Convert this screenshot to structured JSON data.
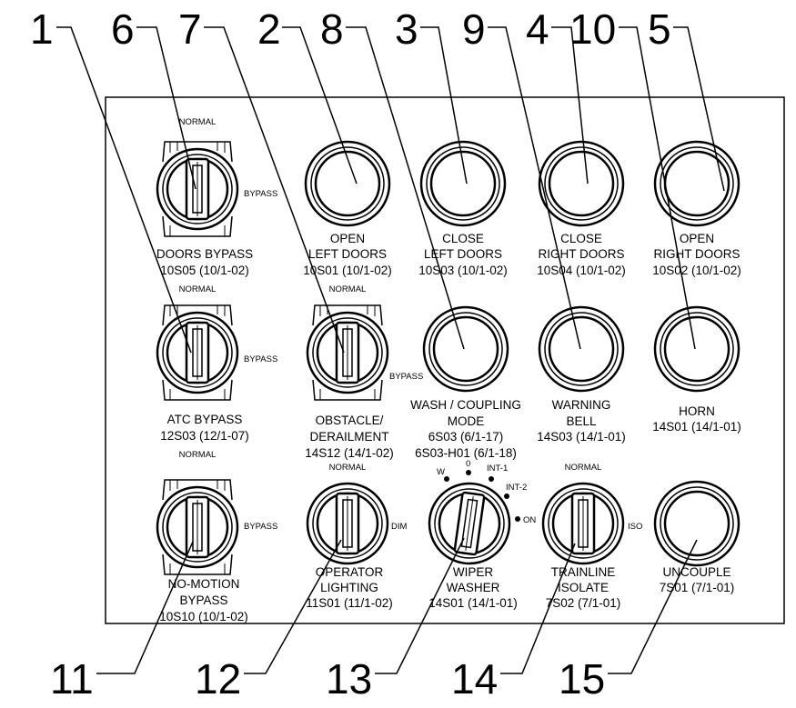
{
  "callouts": [
    {
      "id": "1",
      "label": "1"
    },
    {
      "id": "6",
      "label": "6"
    },
    {
      "id": "7",
      "label": "7"
    },
    {
      "id": "2",
      "label": "2"
    },
    {
      "id": "8",
      "label": "8"
    },
    {
      "id": "3",
      "label": "3"
    },
    {
      "id": "9",
      "label": "9"
    },
    {
      "id": "4",
      "label": "4"
    },
    {
      "id": "10",
      "label": "10"
    },
    {
      "id": "5",
      "label": "5"
    },
    {
      "id": "11",
      "label": "11"
    },
    {
      "id": "12",
      "label": "12"
    },
    {
      "id": "13",
      "label": "13"
    },
    {
      "id": "14",
      "label": "14"
    },
    {
      "id": "15",
      "label": "15"
    }
  ],
  "controls": {
    "doors_bypass": {
      "position_top": "NORMAL",
      "position_right": "BYPASS",
      "name": [
        "DOORS  BYPASS"
      ],
      "code": "10S05 (10/1-02)"
    },
    "open_left_doors": {
      "name": [
        "OPEN",
        "LEFT DOORS"
      ],
      "code": "10S01 (10/1-02)"
    },
    "close_left_doors": {
      "name": [
        "CLOSE",
        "LEFT DOORS"
      ],
      "code": "10S03 (10/1-02)"
    },
    "close_right_doors": {
      "name": [
        "CLOSE",
        "RIGHT DOORS"
      ],
      "code": "10S04 (10/1-02)"
    },
    "open_right_doors": {
      "name": [
        "OPEN",
        "RIGHT DOORS"
      ],
      "code": "10S02 (10/1-02)"
    },
    "atc_bypass": {
      "position_top": "NORMAL",
      "position_right": "BYPASS",
      "name": [
        "ATC BYPASS"
      ],
      "code": "12S03 (12/1-07)"
    },
    "obstacle_derailment": {
      "position_top": "NORMAL",
      "position_right": "BYPASS",
      "name": [
        "OBSTACLE/",
        "DERAILMENT"
      ],
      "code": "14S12 (14/1-02)"
    },
    "wash_coupling_mode": {
      "name": [
        "WASH / COUPLING",
        "MODE"
      ],
      "code": "6S03 (6/1-17)",
      "code2": "6S03-H01 (6/1-18)"
    },
    "warning_bell": {
      "name": [
        "WARNING",
        "BELL"
      ],
      "code": "14S03 (14/1-01)"
    },
    "horn": {
      "name": [
        "HORN"
      ],
      "code": "14S01 (14/1-01)"
    },
    "no_motion_bypass": {
      "position_top": "NORMAL",
      "position_right": "BYPASS",
      "name": [
        "NO-MOTION",
        "BYPASS"
      ],
      "code": "10S10 (10/1-02)"
    },
    "operator_lighting": {
      "position_top": "NORMAL",
      "position_right": "DIM",
      "name": [
        "OPERATOR",
        "LIGHTING"
      ],
      "code": "11S01 (11/1-02)"
    },
    "wiper_washer": {
      "positions": [
        "W",
        "0",
        "INT-1",
        "INT-2",
        "ON"
      ],
      "name": [
        "WIPER",
        "WASHER"
      ],
      "code": "14S01 (14/1-01)"
    },
    "trainline_isolate": {
      "position_top": "NORMAL",
      "position_right": "ISO",
      "name": [
        "TRAINLINE",
        "ISOLATE"
      ],
      "code": "7S02 (7/1-01)"
    },
    "uncouple": {
      "name": [
        "UNCOUPLE"
      ],
      "code": "7S01 (7/1-01)"
    }
  }
}
